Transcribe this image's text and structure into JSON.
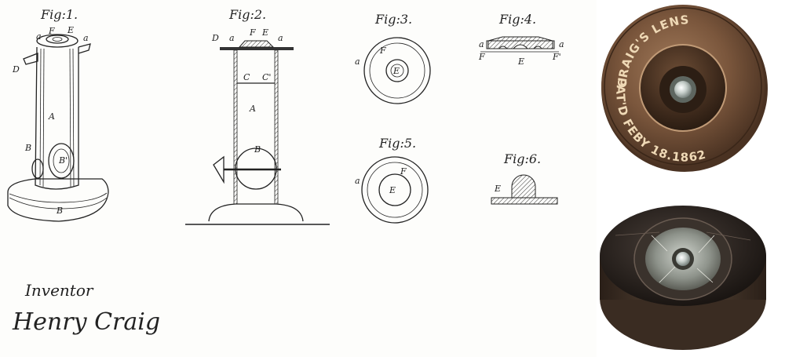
{
  "figures": {
    "fig1": {
      "title": "Fig:1.",
      "labels": [
        "F",
        "E",
        "a",
        "a",
        "D",
        "A",
        "B",
        "B'",
        "B"
      ]
    },
    "fig2": {
      "title": "Fig:2.",
      "labels": [
        "D",
        "a",
        "F",
        "E",
        "a",
        "C",
        "C'",
        "A",
        "B"
      ]
    },
    "fig3": {
      "title": "Fig:3.",
      "labels": [
        "F",
        "a",
        "E"
      ]
    },
    "fig4": {
      "title": "Fig:4.",
      "labels": [
        "a",
        "a",
        "F",
        "F'",
        "E"
      ]
    },
    "fig5": {
      "title": "Fig:5.",
      "labels": [
        "F",
        "a",
        "E"
      ]
    },
    "fig6": {
      "title": "Fig:6.",
      "labels": [
        "E"
      ]
    }
  },
  "signature": {
    "heading": "Inventor",
    "name": "Henry Craig"
  },
  "photo": {
    "coin_top_text": "CRAIG'S LENS",
    "coin_bottom_text": "PAT'D FEBY 18.1862",
    "metal_color": "#6b4a34",
    "dark_color": "#2a2420"
  }
}
